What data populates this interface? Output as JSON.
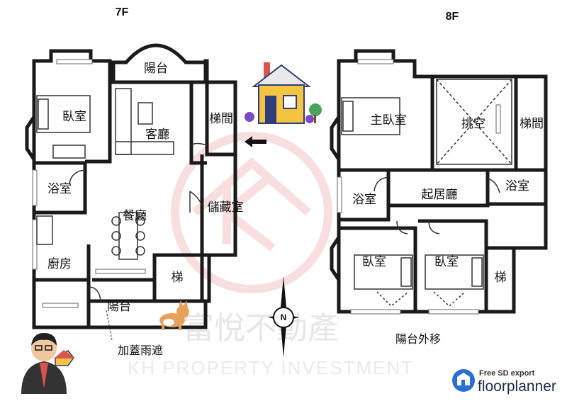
{
  "floors": {
    "left": {
      "title": "7F"
    },
    "right": {
      "title": "8F"
    }
  },
  "rooms_7f": {
    "bedroom": "臥室",
    "balcony_top": "陽台",
    "stairwell": "梯間",
    "living_room": "客廳",
    "bathroom": "浴室",
    "dining_room": "餐廳",
    "storage_room": "儲藏室",
    "kitchen": "廚房",
    "stairs": "梯",
    "balcony_bottom": "陽台"
  },
  "rooms_8f": {
    "master_bedroom": "主臥室",
    "void": "挑空",
    "stairwell": "梯間",
    "bathroom_left": "浴室",
    "family_room": "起居廳",
    "bathroom_right": "浴室",
    "bedroom_left": "臥室",
    "bedroom_right": "臥室",
    "stairs": "梯"
  },
  "annotations": {
    "canopy_note": "加蓋雨遮",
    "balcony_moved_out": "陽台外移"
  },
  "compass": {
    "north_label": "N"
  },
  "watermark": {
    "chinese": "富悅不動產",
    "english": "KH PROPERTY INVESTMENT"
  },
  "branding": {
    "export_label": "Free SD export",
    "product_name": "floorplanner"
  },
  "icons": {
    "house": "house-icon",
    "arrow": "entrance-arrow-icon",
    "dog": "corgi-icon",
    "agent": "agent-avatar-icon",
    "compass": "compass-icon",
    "logo": "floorplanner-logo-icon"
  },
  "colors": {
    "wall": "#1a1a1a",
    "house_wall": "#f5c542",
    "house_roof": "#e9e9e9",
    "house_door": "#2f3e7a",
    "house_chimney": "#d9534f",
    "watermark_logo": "#f3c4c4",
    "brand_blue": "#2a6fd6"
  }
}
